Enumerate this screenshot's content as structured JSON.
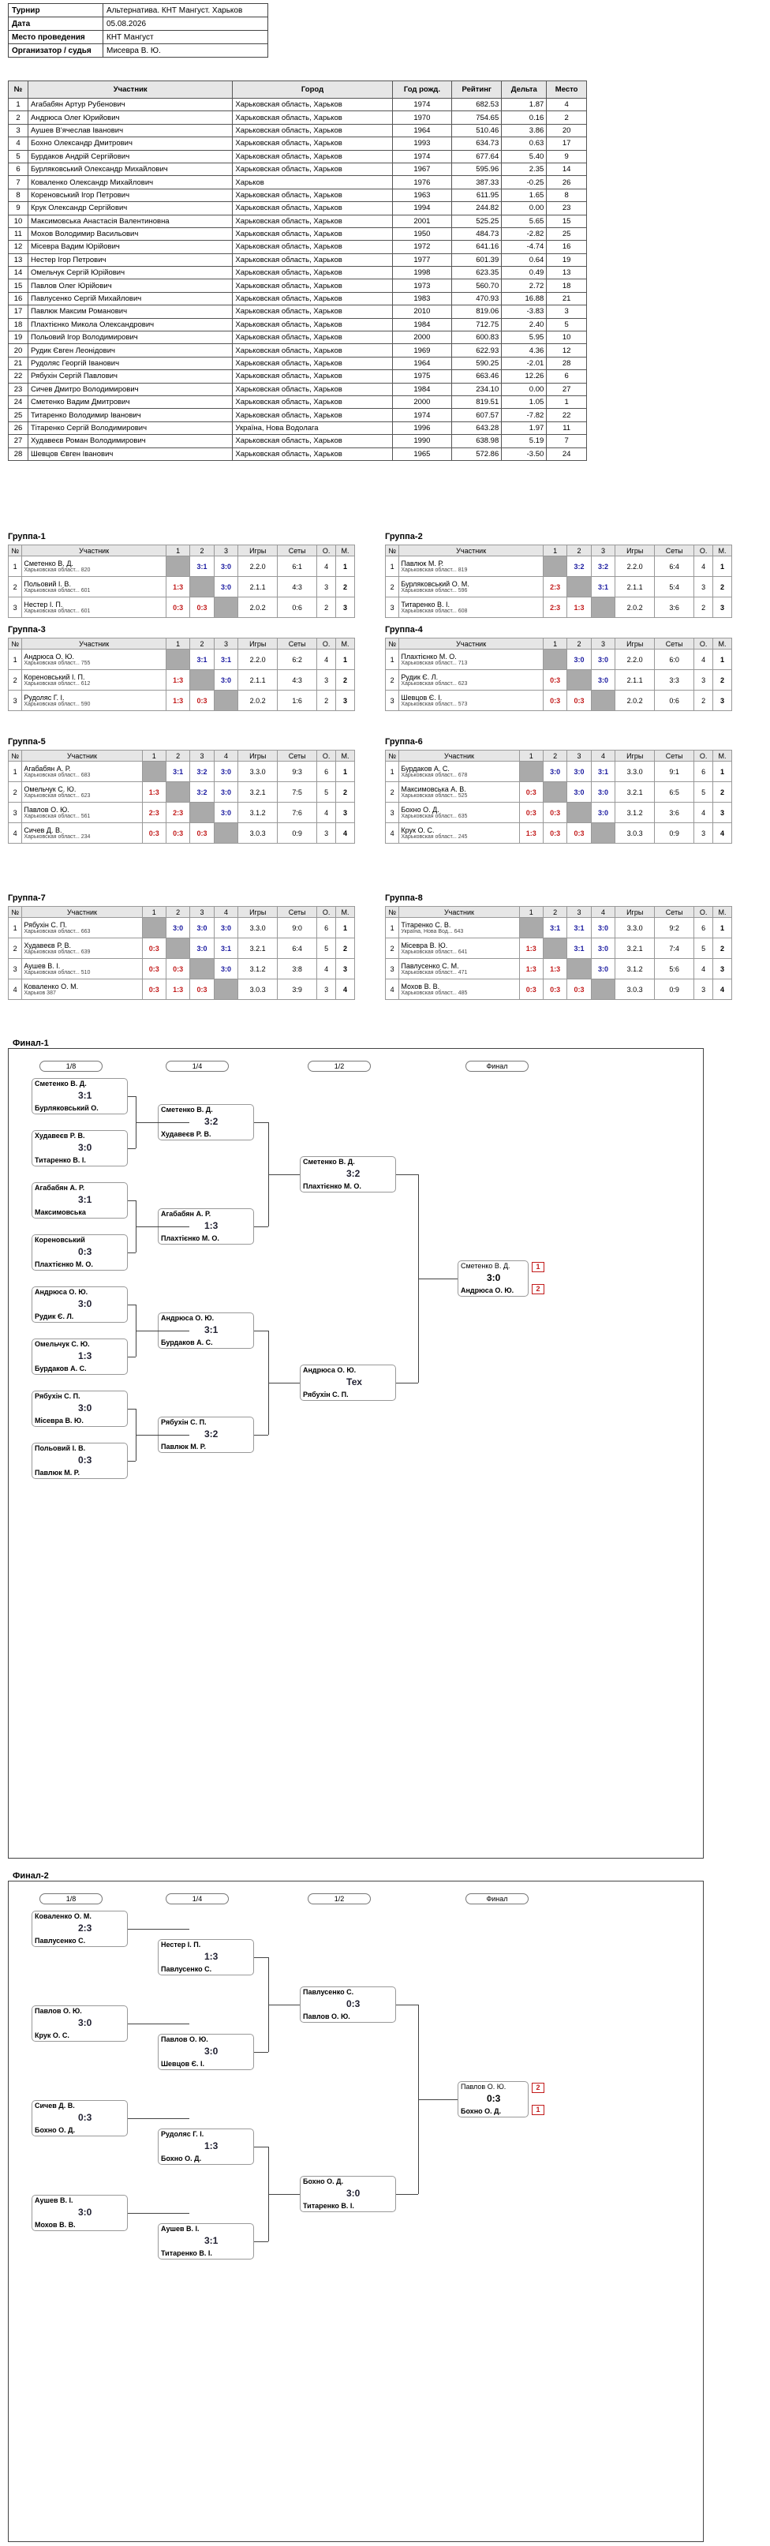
{
  "info": {
    "rows": [
      {
        "k": "Турнир",
        "v": "Альтернатива. КНТ Мангуст. Харьков"
      },
      {
        "k": "Дата",
        "v": "05.08.2026"
      },
      {
        "k": "Место проведения",
        "v": "КНТ Мангуст"
      },
      {
        "k": "Организатор / судья",
        "v": "Мисевра В. Ю."
      }
    ]
  },
  "participants": {
    "headers": [
      "№",
      "Участник",
      "Город",
      "Год рожд.",
      "Рейтинг",
      "Дельта",
      "Место"
    ],
    "rows": [
      [
        "1",
        "Агабабян Артур Рубенович",
        "Харьковская область, Харьков",
        "1974",
        "682.53",
        "1.87",
        "4"
      ],
      [
        "2",
        "Андрюса Олег Юрийович",
        "Харьковская область, Харьков",
        "1970",
        "754.65",
        "0.16",
        "2"
      ],
      [
        "3",
        "Аушев В'ячеслав Іванович",
        "Харьковская область, Харьков",
        "1964",
        "510.46",
        "3.86",
        "20"
      ],
      [
        "4",
        "Бохно Олександр Дмитрович",
        "Харьковская область, Харьков",
        "1993",
        "634.73",
        "0.63",
        "17"
      ],
      [
        "5",
        "Бурдаков Андрій Сергійович",
        "Харьковская область, Харьков",
        "1974",
        "677.64",
        "5.40",
        "9"
      ],
      [
        "6",
        "Бурляковський Олександр Михайлович",
        "Харьковская область, Харьков",
        "1967",
        "595.96",
        "2.35",
        "14"
      ],
      [
        "7",
        "Коваленко Олександр Михайлович",
        "Харьков",
        "1976",
        "387.33",
        "-0.25",
        "26"
      ],
      [
        "8",
        "Кореновський Ігор Петрович",
        "Харьковская область, Харьков",
        "1963",
        "611.95",
        "1.65",
        "8"
      ],
      [
        "9",
        "Крук Олександр Сергійович",
        "Харьковская область, Харьков",
        "1994",
        "244.82",
        "0.00",
        "23"
      ],
      [
        "10",
        "Максимовська Анастасія Валентиновна",
        "Харьковская область, Харьков",
        "2001",
        "525.25",
        "5.65",
        "15"
      ],
      [
        "11",
        "Мохов Володимир Васильович",
        "Харьковская область, Харьков",
        "1950",
        "484.73",
        "-2.82",
        "25"
      ],
      [
        "12",
        "Місевра Вадим Юрійович",
        "Харьковская область, Харьков",
        "1972",
        "641.16",
        "-4.74",
        "16"
      ],
      [
        "13",
        "Нестер Ігор Петрович",
        "Харьковская область, Харьков",
        "1977",
        "601.39",
        "0.64",
        "19"
      ],
      [
        "14",
        "Омельчук Сергій Юрійович",
        "Харьковская область, Харьков",
        "1998",
        "623.35",
        "0.49",
        "13"
      ],
      [
        "15",
        "Павлов Олег Юрійович",
        "Харьковская область, Харьков",
        "1973",
        "560.70",
        "2.72",
        "18"
      ],
      [
        "16",
        "Павлусенко Сергій Михайлович",
        "Харьковская область, Харьков",
        "1983",
        "470.93",
        "16.88",
        "21"
      ],
      [
        "17",
        "Павлюк Максим Романович",
        "Харьковская область, Харьков",
        "2010",
        "819.06",
        "-3.83",
        "3"
      ],
      [
        "18",
        "Плахтієнко Микола Олександрович",
        "Харьковская область, Харьков",
        "1984",
        "712.75",
        "2.40",
        "5"
      ],
      [
        "19",
        "Польовий Ігор Володимирович",
        "Харьковская область, Харьков",
        "2000",
        "600.83",
        "5.95",
        "10"
      ],
      [
        "20",
        "Рудик Євген Леонідович",
        "Харьковская область, Харьков",
        "1969",
        "622.93",
        "4.36",
        "12"
      ],
      [
        "21",
        "Рудоляс Георгій Іванович",
        "Харьковская область, Харьков",
        "1964",
        "590.25",
        "-2.01",
        "28"
      ],
      [
        "22",
        "Рябухін Сергій Павлович",
        "Харьковская область, Харьков",
        "1975",
        "663.46",
        "12.26",
        "6"
      ],
      [
        "23",
        "Сичев Дмитро Володимирович",
        "Харьковская область, Харьков",
        "1984",
        "234.10",
        "0.00",
        "27"
      ],
      [
        "24",
        "Сметенко Вадим Дмитрович",
        "Харьковская область, Харьков",
        "2000",
        "819.51",
        "1.05",
        "1"
      ],
      [
        "25",
        "Титаренко Володимир Іванович",
        "Харьковская область, Харьков",
        "1974",
        "607.57",
        "-7.82",
        "22"
      ],
      [
        "26",
        "Тітаренко Сергій Володимирович",
        "Україна, Нова Водолага",
        "1996",
        "643.28",
        "1.97",
        "11"
      ],
      [
        "27",
        "Худавеєв Роман Володимирович",
        "Харьковская область, Харьков",
        "1990",
        "638.98",
        "5.19",
        "7"
      ],
      [
        "28",
        "Шевцов Євген Іванович",
        "Харьковская область, Харьков",
        "1965",
        "572.86",
        "-3.50",
        "24"
      ]
    ]
  },
  "groups_headers": [
    "№",
    "Участник",
    "1",
    "2",
    "3",
    "4",
    "Игры",
    "Сеты",
    "О.",
    "М."
  ],
  "groups": [
    {
      "title": "Группа-1",
      "rows": [
        {
          "n": "1",
          "name": "Сметенко В. Д.",
          "sub": "Харьковская област... 820",
          "r": [
            "",
            "3:1",
            "3:0",
            "",
            "2.2.0",
            "6:1",
            "4",
            "1"
          ]
        },
        {
          "n": "2",
          "name": "Польовий І. В.",
          "sub": "Харьковская област... 601",
          "r": [
            "1:3",
            "",
            "3:0",
            "",
            "2.1.1",
            "4:3",
            "3",
            "2"
          ]
        },
        {
          "n": "3",
          "name": "Нестер І. П.",
          "sub": "Харьковская област... 601",
          "r": [
            "0:3",
            "0:3",
            "",
            "",
            "2.0.2",
            "0:6",
            "2",
            "3"
          ]
        }
      ]
    },
    {
      "title": "Группа-2",
      "rows": [
        {
          "n": "1",
          "name": "Павлюк М. Р.",
          "sub": "Харьковская област... 819",
          "r": [
            "",
            "3:2",
            "3:2",
            "",
            "2.2.0",
            "6:4",
            "4",
            "1"
          ]
        },
        {
          "n": "2",
          "name": "Бурляковський О. М.",
          "sub": "Харьковская област... 596",
          "r": [
            "2:3",
            "",
            "3:1",
            "",
            "2.1.1",
            "5:4",
            "3",
            "2"
          ]
        },
        {
          "n": "3",
          "name": "Титаренко В. І.",
          "sub": "Харьковская област... 608",
          "r": [
            "2:3",
            "1:3",
            "",
            "",
            "2.0.2",
            "3:6",
            "2",
            "3"
          ]
        }
      ]
    },
    {
      "title": "Группа-3",
      "rows": [
        {
          "n": "1",
          "name": "Андрюса О. Ю.",
          "sub": "Харьковская област... 755",
          "r": [
            "",
            "3:1",
            "3:1",
            "",
            "2.2.0",
            "6:2",
            "4",
            "1"
          ]
        },
        {
          "n": "2",
          "name": "Кореновський І. П.",
          "sub": "Харьковская област... 612",
          "r": [
            "1:3",
            "",
            "3:0",
            "",
            "2.1.1",
            "4:3",
            "3",
            "2"
          ]
        },
        {
          "n": "3",
          "name": "Рудоляс Г. І.",
          "sub": "Харьковская област... 590",
          "r": [
            "1:3",
            "0:3",
            "",
            "",
            "2.0.2",
            "1:6",
            "2",
            "3"
          ]
        }
      ]
    },
    {
      "title": "Группа-4",
      "rows": [
        {
          "n": "1",
          "name": "Плахтієнко М. О.",
          "sub": "Харьковская област... 713",
          "r": [
            "",
            "3:0",
            "3:0",
            "",
            "2.2.0",
            "6:0",
            "4",
            "1"
          ]
        },
        {
          "n": "2",
          "name": "Рудик Є. Л.",
          "sub": "Харьковская област... 623",
          "r": [
            "0:3",
            "",
            "3:0",
            "",
            "2.1.1",
            "3:3",
            "3",
            "2"
          ]
        },
        {
          "n": "3",
          "name": "Шевцов Є. І.",
          "sub": "Харьковская област... 573",
          "r": [
            "0:3",
            "0:3",
            "",
            "",
            "2.0.2",
            "0:6",
            "2",
            "3"
          ]
        }
      ]
    },
    {
      "title": "Группа-5",
      "rows": [
        {
          "n": "1",
          "name": "Агабабян А. Р.",
          "sub": "Харьковская област... 683",
          "r": [
            "",
            "3:1",
            "3:2",
            "3:0",
            "3.3.0",
            "9:3",
            "6",
            "1"
          ]
        },
        {
          "n": "2",
          "name": "Омельчук С. Ю.",
          "sub": "Харьковская област... 623",
          "r": [
            "1:3",
            "",
            "3:2",
            "3:0",
            "3.2.1",
            "7:5",
            "5",
            "2"
          ]
        },
        {
          "n": "3",
          "name": "Павлов О. Ю.",
          "sub": "Харьковская област... 561",
          "r": [
            "2:3",
            "2:3",
            "",
            "3:0",
            "3.1.2",
            "7:6",
            "4",
            "3"
          ]
        },
        {
          "n": "4",
          "name": "Сичев Д. В.",
          "sub": "Харьковская област... 234",
          "r": [
            "0:3",
            "0:3",
            "0:3",
            "",
            "3.0.3",
            "0:9",
            "3",
            "4"
          ]
        }
      ]
    },
    {
      "title": "Группа-6",
      "rows": [
        {
          "n": "1",
          "name": "Бурдаков А. С.",
          "sub": "Харьковская област... 678",
          "r": [
            "",
            "3:0",
            "3:0",
            "3:1",
            "3.3.0",
            "9:1",
            "6",
            "1"
          ]
        },
        {
          "n": "2",
          "name": "Максимовська А. В.",
          "sub": "Харьковская област... 525",
          "r": [
            "0:3",
            "",
            "3:0",
            "3:0",
            "3.2.1",
            "6:5",
            "5",
            "2"
          ]
        },
        {
          "n": "3",
          "name": "Бохно О. Д.",
          "sub": "Харьковская област... 635",
          "r": [
            "0:3",
            "0:3",
            "",
            "3:0",
            "3.1.2",
            "3:6",
            "4",
            "3"
          ]
        },
        {
          "n": "4",
          "name": "Крук О. С.",
          "sub": "Харьковская област... 245",
          "r": [
            "1:3",
            "0:3",
            "0:3",
            "",
            "3.0.3",
            "0:9",
            "3",
            "4"
          ]
        }
      ]
    },
    {
      "title": "Группа-7",
      "rows": [
        {
          "n": "1",
          "name": "Рябухін С. П.",
          "sub": "Харьковская област... 663",
          "r": [
            "",
            "3:0",
            "3:0",
            "3:0",
            "3.3.0",
            "9:0",
            "6",
            "1"
          ]
        },
        {
          "n": "2",
          "name": "Худавеєв Р. В.",
          "sub": "Харьковская област... 639",
          "r": [
            "0:3",
            "",
            "3:0",
            "3:1",
            "3.2.1",
            "6:4",
            "5",
            "2"
          ]
        },
        {
          "n": "3",
          "name": "Аушев В. І.",
          "sub": "Харьковская област... 510",
          "r": [
            "0:3",
            "0:3",
            "",
            "3:0",
            "3.1.2",
            "3:8",
            "4",
            "3"
          ]
        },
        {
          "n": "4",
          "name": "Коваленко О. М.",
          "sub": "Харьков 387",
          "r": [
            "0:3",
            "1:3",
            "0:3",
            "",
            "3.0.3",
            "3:9",
            "3",
            "4"
          ]
        }
      ]
    },
    {
      "title": "Группа-8",
      "rows": [
        {
          "n": "1",
          "name": "Тітаренко С. В.",
          "sub": "Україна, Нова Вод... 643",
          "r": [
            "",
            "3:1",
            "3:1",
            "3:0",
            "3.3.0",
            "9:2",
            "6",
            "1"
          ]
        },
        {
          "n": "2",
          "name": "Місевра В. Ю.",
          "sub": "Харьковская област... 641",
          "r": [
            "1:3",
            "",
            "3:1",
            "3:0",
            "3.2.1",
            "7:4",
            "5",
            "2"
          ]
        },
        {
          "n": "3",
          "name": "Павлусенко С. М.",
          "sub": "Харьковская област... 471",
          "r": [
            "1:3",
            "1:3",
            "",
            "3:0",
            "3.1.2",
            "5:6",
            "4",
            "3"
          ]
        },
        {
          "n": "4",
          "name": "Мохов В. В.",
          "sub": "Харьковская област... 485",
          "r": [
            "0:3",
            "0:3",
            "0:3",
            "",
            "3.0.3",
            "0:9",
            "3",
            "4"
          ]
        }
      ]
    }
  ],
  "final1": {
    "title": "Финал-1",
    "rounds": [
      "1/8",
      "1/4",
      "1/2",
      "Финал"
    ],
    "r16": [
      {
        "a": "Сметенко В. Д.",
        "b": "Бурляковський О.",
        "sc": "3:1"
      },
      {
        "a": "Худавеєв Р. В.",
        "b": "Титаренко В. І.",
        "sc": "3:0"
      },
      {
        "a": "Агабабян А. Р.",
        "b": "Максимовська",
        "sc": "3:1"
      },
      {
        "a": "Кореновський",
        "b": "Плахтієнко М. О.",
        "sc": "0:3"
      },
      {
        "a": "Андрюса О. Ю.",
        "b": "Рудик Є. Л.",
        "sc": "3:0"
      },
      {
        "a": "Омельчук С. Ю.",
        "b": "Бурдаков А. С.",
        "sc": "1:3"
      },
      {
        "a": "Рябухін С. П.",
        "b": "Місевра В. Ю.",
        "sc": "3:0"
      },
      {
        "a": "Польовий І. В.",
        "b": "Павлюк М. Р.",
        "sc": "0:3"
      }
    ],
    "qf": [
      {
        "a": "Сметенко В. Д.",
        "b": "Худавеєв Р. В.",
        "sc": "3:2"
      },
      {
        "a": "Агабабян А. Р.",
        "b": "Плахтієнко М. О.",
        "sc": "1:3"
      },
      {
        "a": "Андрюса О. Ю.",
        "b": "Бурдаков А. С.",
        "sc": "3:1"
      },
      {
        "a": "Рябухін С. П.",
        "b": "Павлюк М. Р.",
        "sc": "3:2"
      }
    ],
    "sf": [
      {
        "a": "Сметенко В. Д.",
        "b": "Плахтієнко М. О.",
        "sc": "3:2"
      },
      {
        "a": "Андрюса О. Ю.",
        "b": "Рябухін С. П.",
        "sc": "Тех"
      }
    ],
    "final": {
      "a": "Сметенко В. Д.",
      "b": "Андрюса О. Ю.",
      "sc": "3:0",
      "p1": "1",
      "p2": "2"
    }
  },
  "final2": {
    "title": "Финал-2",
    "rounds": [
      "1/8",
      "1/4",
      "1/2",
      "Финал"
    ],
    "r16": [
      {
        "a": "Коваленко О. М.",
        "b": "Павлусенко С.",
        "sc": "2:3"
      },
      {
        "a": "Павлов О. Ю.",
        "b": "Крук О. С.",
        "sc": "3:0"
      },
      {
        "a": "Сичев Д. В.",
        "b": "Бохно О. Д.",
        "sc": "0:3"
      },
      {
        "a": "Аушев В. І.",
        "b": "Мохов В. В.",
        "sc": "3:0"
      }
    ],
    "qf": [
      {
        "a": "Нестер І. П.",
        "b": "Павлусенко С.",
        "sc": "1:3"
      },
      {
        "a": "Павлов О. Ю.",
        "b": "Шевцов Є. І.",
        "sc": "3:0"
      },
      {
        "a": "Рудоляс Г. І.",
        "b": "Бохно О. Д.",
        "sc": "1:3"
      },
      {
        "a": "Аушев В. І.",
        "b": "Титаренко В. І.",
        "sc": "3:1"
      }
    ],
    "sf": [
      {
        "a": "Павлусенко С.",
        "b": "Павлов О. Ю.",
        "sc": "0:3"
      },
      {
        "a": "Бохно О. Д.",
        "b": "Титаренко В. І.",
        "sc": "3:0"
      }
    ],
    "final": {
      "a": "Павлов О. Ю.",
      "b": "Бохно О. Д.",
      "sc": "0:3",
      "p1": "2",
      "p2": "1"
    }
  }
}
